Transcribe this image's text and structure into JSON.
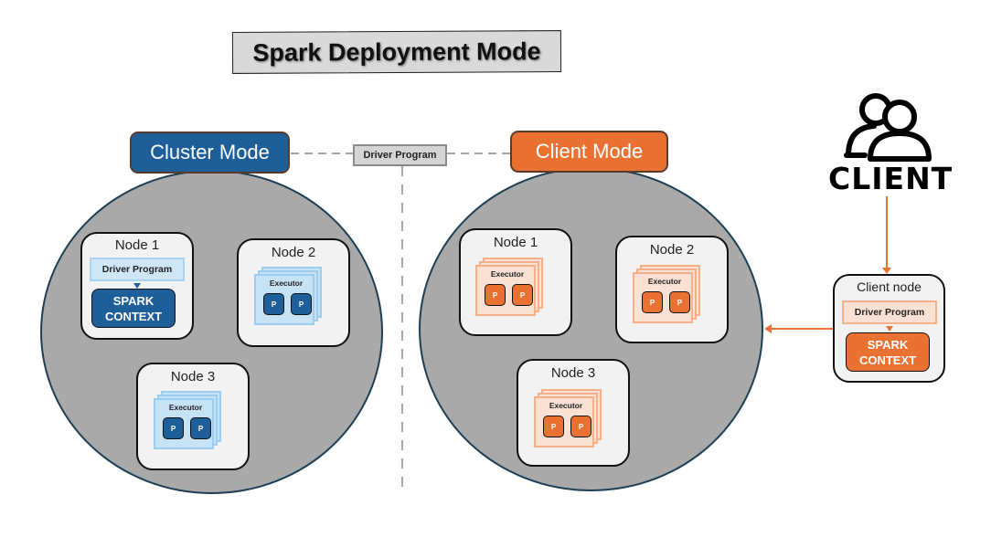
{
  "title": "Spark Deployment Mode",
  "center_label": "Driver Program",
  "cluster_mode": {
    "label": "Cluster Mode",
    "color": "#1f5f99",
    "nodes": [
      {
        "label": "Node 1",
        "driver_program": "Driver Program",
        "spark_context": "SPARK CONTEXT"
      },
      {
        "label": "Node 2",
        "executor": "Executor",
        "partitions": [
          "P",
          "P"
        ]
      },
      {
        "label": "Node 3",
        "executor": "Executor",
        "partitions": [
          "P",
          "P"
        ]
      }
    ]
  },
  "client_mode": {
    "label": "Client Mode",
    "color": "#e97132",
    "nodes": [
      {
        "label": "Node 1",
        "executor": "Executor",
        "partitions": [
          "P",
          "P"
        ]
      },
      {
        "label": "Node 2",
        "executor": "Executor",
        "partitions": [
          "P",
          "P"
        ]
      },
      {
        "label": "Node 3",
        "executor": "Executor",
        "partitions": [
          "P",
          "P"
        ]
      }
    ]
  },
  "client": {
    "icon": "users-icon",
    "label": "CLIENT",
    "node": {
      "label": "Client node",
      "driver_program": "Driver Program",
      "spark_context": "SPARK CONTEXT"
    }
  }
}
